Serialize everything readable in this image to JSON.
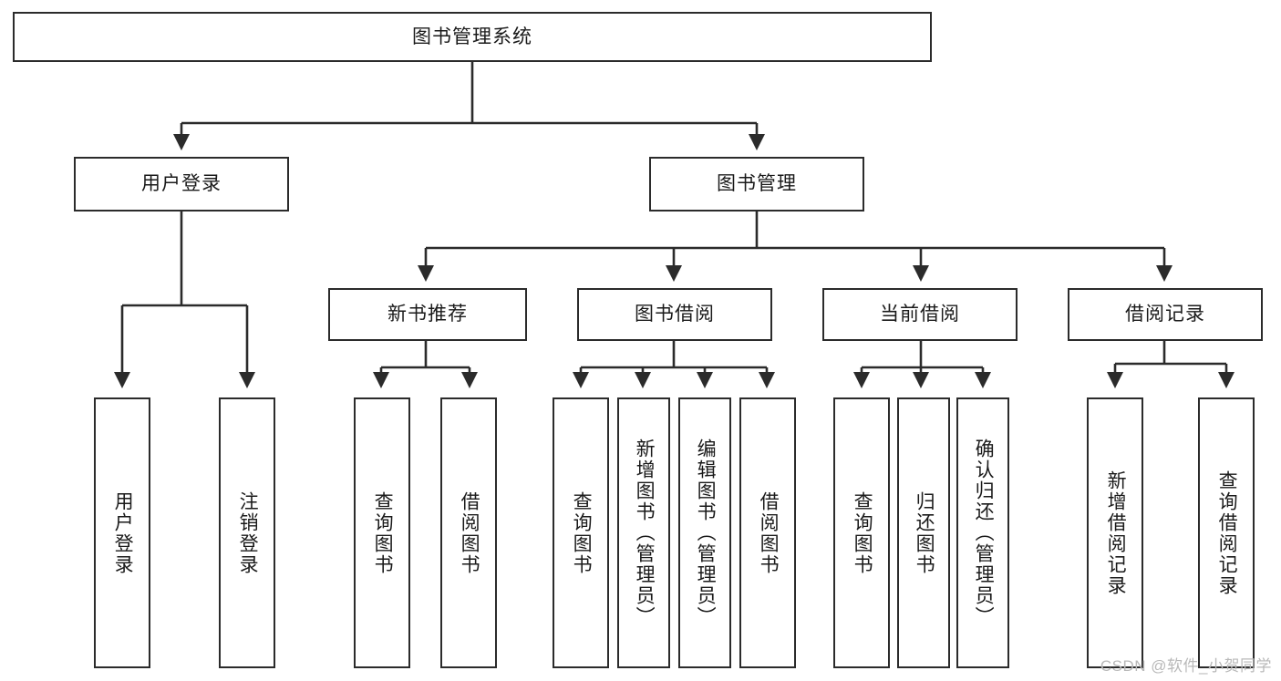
{
  "diagram": {
    "title": "图书管理系统",
    "watermark": "CSDN @软件_小贺同学",
    "stroke_color": "#2b2b2b",
    "background_color": "#ffffff",
    "nodes": {
      "root": "图书管理系统",
      "level1": {
        "user_login": "用户登录",
        "book_manage": "图书管理"
      },
      "level2": {
        "new_book_recommend": "新书推荐",
        "book_borrow": "图书借阅",
        "current_borrow": "当前借阅",
        "borrow_record": "借阅记录"
      },
      "leaves": {
        "user_login_1": "用户登录",
        "user_login_2": "注销登录",
        "recommend_1": "查询图书",
        "recommend_2": "借阅图书",
        "borrow_1": "查询图书",
        "borrow_2": "新增图书（管理员）",
        "borrow_3": "编辑图书（管理员）",
        "borrow_4": "借阅图书",
        "current_1": "查询图书",
        "current_2": "归还图书",
        "current_3": "确认归还（管理员）",
        "record_1": "新增借阅记录",
        "record_2": "查询借阅记录"
      }
    }
  }
}
